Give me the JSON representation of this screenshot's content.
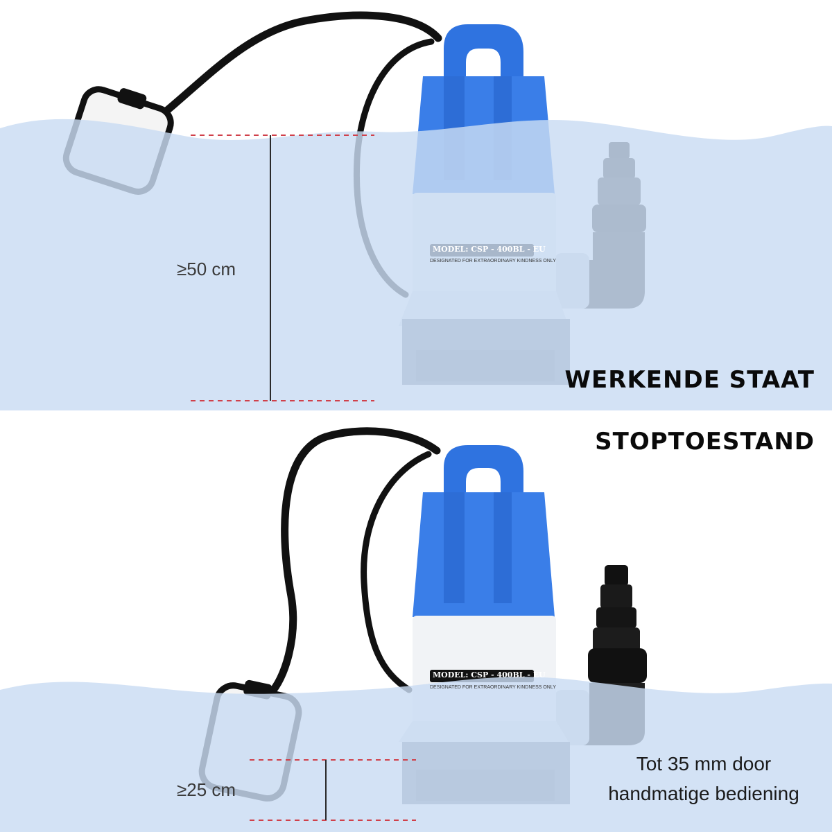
{
  "panels": {
    "working": {
      "title": "WERKENDE STAAT",
      "distance_label": "≥50 cm",
      "pump": {
        "model_label": "MODEL: CSP - 400BL - EU",
        "designation": "DESIGNATED FOR EXTRAORDINARY KINDNESS ONLY"
      }
    },
    "stopped": {
      "title": "STOPTOESTAND",
      "distance_label": "≥25 cm",
      "pump": {
        "model_label": "MODEL: CSP - 400BL - EU",
        "designation": "DESIGNATED FOR EXTRAORDINARY KINDNESS ONLY"
      },
      "note": {
        "line1": "Tot 35 mm door",
        "line2": "handmatige bediening"
      }
    }
  },
  "colors": {
    "water": "#c9dcf3",
    "pump_blue": "#3a7ee8",
    "pump_body": "#eef1f5",
    "pump_base": "#8a95a5",
    "cable": "#111111",
    "float_switch": "#f3f3f3",
    "marker_dash": "#d0404a"
  }
}
